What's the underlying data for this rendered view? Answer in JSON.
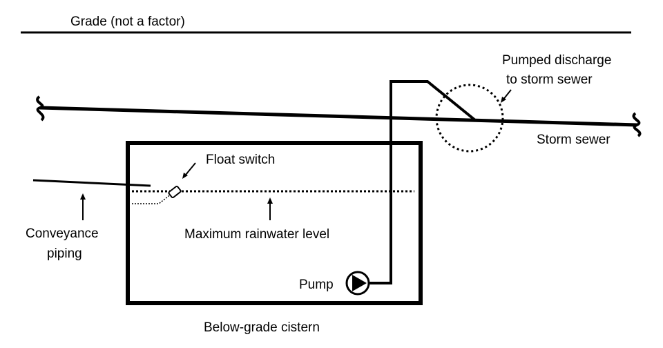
{
  "diagram": {
    "labels": {
      "grade": "Grade (not a factor)",
      "pumped_discharge_line1": "Pumped discharge",
      "pumped_discharge_line2": "to storm sewer",
      "storm_sewer": "Storm sewer",
      "float_switch": "Float switch",
      "conveyance_line1": "Conveyance",
      "conveyance_line2": "piping",
      "max_level": "Maximum rainwater level",
      "pump": "Pump",
      "cistern": "Below-grade cistern"
    },
    "colors": {
      "grade_glow": "#b6f08a",
      "line": "#000000",
      "background": "#ffffff"
    }
  }
}
